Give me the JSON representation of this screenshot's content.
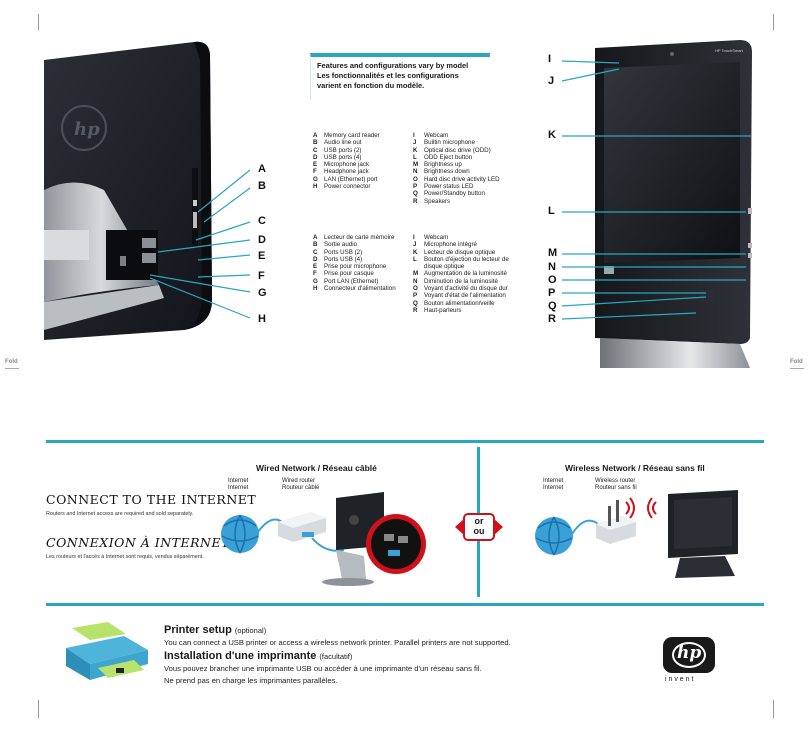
{
  "fold_label": "Fold",
  "features_note": {
    "line1": "Features and configurations vary by model",
    "line2": "Les fonctionnalités et les configurations",
    "line3": "varient en fonction du modèle."
  },
  "logo_small": "hp",
  "screen_brand": "HP TouchSmart",
  "side_callouts": [
    "A",
    "B",
    "C",
    "D",
    "E",
    "F",
    "G",
    "H"
  ],
  "front_callouts": [
    "I",
    "J",
    "K",
    "L",
    "M",
    "N",
    "O",
    "P",
    "Q",
    "R"
  ],
  "legend_en_left": [
    {
      "key": "A",
      "text": "Memory card reader"
    },
    {
      "key": "B",
      "text": "Audio line out"
    },
    {
      "key": "C",
      "text": "USB ports (2)"
    },
    {
      "key": "D",
      "text": "USB ports (4)"
    },
    {
      "key": "E",
      "text": "Microphone jack"
    },
    {
      "key": "F",
      "text": "Headphone jack"
    },
    {
      "key": "G",
      "text": "LAN (Ethernet) port"
    },
    {
      "key": "H",
      "text": "Power connector"
    }
  ],
  "legend_en_right": [
    {
      "key": "I",
      "text": "Webcam"
    },
    {
      "key": "J",
      "text": "Builtin microphone"
    },
    {
      "key": "K",
      "text": "Optical disc drive (ODD)"
    },
    {
      "key": "L",
      "text": "ODD Eject button"
    },
    {
      "key": "M",
      "text": "Brightness up"
    },
    {
      "key": "N",
      "text": "Brightness down"
    },
    {
      "key": "O",
      "text": "Hard disc drive activity LED"
    },
    {
      "key": "P",
      "text": "Power status LED"
    },
    {
      "key": "Q",
      "text": "Power/Standby button"
    },
    {
      "key": "R",
      "text": "Speakers"
    }
  ],
  "legend_fr_left": [
    {
      "key": "A",
      "text": "Lecteur de carte mémoire"
    },
    {
      "key": "B",
      "text": "Sortie audio"
    },
    {
      "key": "C",
      "text": "Ports USB (2)"
    },
    {
      "key": "D",
      "text": "Ports USB (4)"
    },
    {
      "key": "E",
      "text": "Prise pour microphone"
    },
    {
      "key": "F",
      "text": "Prise pour casque"
    },
    {
      "key": "G",
      "text": "Port LAN (Ethernet)"
    },
    {
      "key": "H",
      "text": "Connecteur d'alimentation"
    }
  ],
  "legend_fr_right": [
    {
      "key": "I",
      "text": "Webcam"
    },
    {
      "key": "J",
      "text": "Microphone intégré"
    },
    {
      "key": "K",
      "text": "Lecteur de disque optique"
    },
    {
      "key": "L",
      "text": "Bouton d'éjection du lecteur de"
    },
    {
      "key": "",
      "text": "disque optique"
    },
    {
      "key": "M",
      "text": "Augmentation de la luminosité"
    },
    {
      "key": "N",
      "text": "Diminution de la luminosité"
    },
    {
      "key": "O",
      "text": "Voyant d'activité du disque dur"
    },
    {
      "key": "P",
      "text": "Voyant d'état de l'alimentation"
    },
    {
      "key": "Q",
      "text": "Bouton alimentation/veille"
    },
    {
      "key": "R",
      "text": "Haut-parleurs"
    }
  ],
  "connect": {
    "title_en": "CONNECT TO THE INTERNET",
    "sub_en": "Routers and Internet access are required and sold separately.",
    "title_fr": "CONNEXION À INTERNET",
    "sub_fr": "Les routeurs et l'accès à Internet sont requis, vendus séparément."
  },
  "wired": {
    "title": "Wired Network / Réseau câblé",
    "internet": "Internet",
    "internet_fr": "Internet",
    "router": "Wired router",
    "router_fr": "Routeur câblé"
  },
  "or": {
    "en": "or",
    "fr": "ou"
  },
  "wireless": {
    "title": "Wireless Network / Réseau sans fil",
    "internet": "Internet",
    "internet_fr": "Internet",
    "router": "Wireless router",
    "router_fr": "Routeur sans fil"
  },
  "printer": {
    "title_en": "Printer setup",
    "optional_en": "(optional)",
    "body_en": "You can connect a USB printer or access a wireless network printer. Parallel printers are not supported.",
    "title_fr": "Installation d'une imprimante",
    "optional_fr": "(facultatif)",
    "body_fr1": "Vous pouvez brancher une imprimante USB ou accéder à une imprimante d'un réseau sans fil.",
    "body_fr2": "Ne prend pas en charge les imprimantes parallèles."
  },
  "brand": {
    "logo": "hp",
    "tagline": "i n v e n t"
  },
  "colors": {
    "accent": "#2aa7bf",
    "panel_dark": "#1c1f24",
    "red_callout": "#d0101a"
  }
}
